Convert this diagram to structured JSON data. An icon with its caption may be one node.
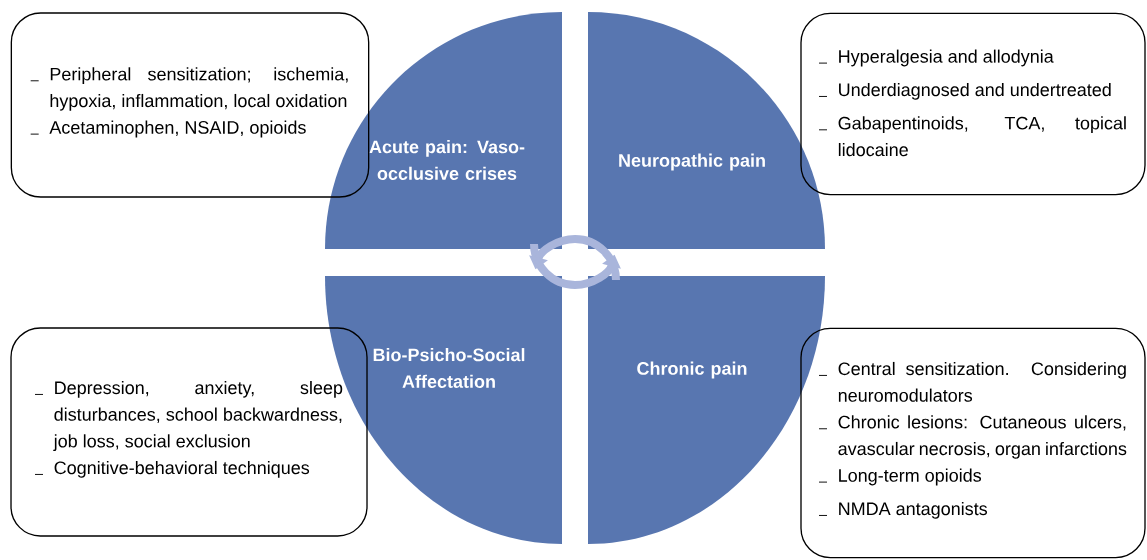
{
  "diagram": {
    "nodes": [
      {
        "text": [
          "Acute pain: Vaso-occlusive crises"
        ]
      },
      {
        "text": [
          "Neuropathic pain"
        ]
      },
      {
        "text": [
          "Bio-Psicho-Social Affectation"
        ]
      },
      {
        "text": [
          "Chronic pain"
        ]
      },
      {
        "text": [
          "Peripheral sensitization; ischemia, hypoxia, inflammation, local oxidation",
          "Acetaminophen, NSAID, opioids"
        ]
      },
      {
        "text": [
          "Hyperalgesia and allodynia",
          "Underdiagnosed and undertreated",
          "Gabapentinoids, TCA, topical lidocaine"
        ]
      },
      {
        "text": [
          "Depression, anxiety, sleep disturbances, school backwardness, job loss, social exclusion",
          "Cognitive-behavioral techniques"
        ]
      },
      {
        "text": [
          "Central sensitization. Considering neuromodulators",
          "Chronic lesions: Cutaneous ulcers, avascular necrosis, organ infarctions",
          "Long-term opioids",
          "NMDA antagonists"
        ]
      }
    ]
  }
}
